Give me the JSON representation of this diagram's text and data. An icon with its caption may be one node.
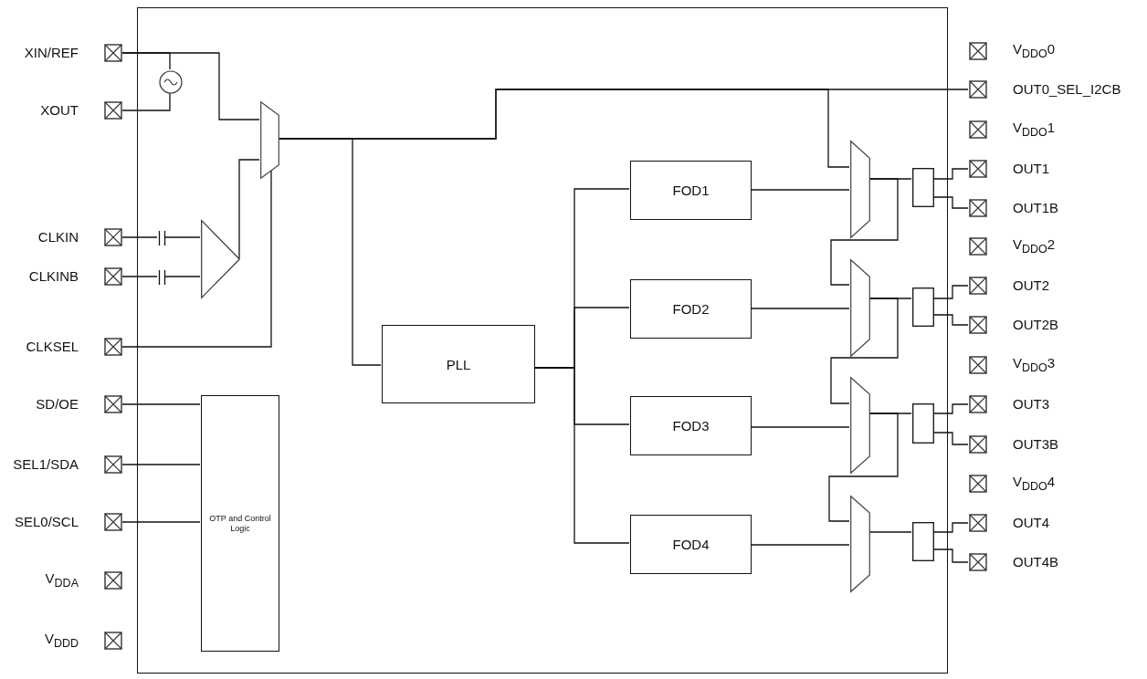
{
  "diagram": {
    "nodes": [
      {
        "text": [],
        "shape": "box"
      },
      {
        "text": [
          "XIN/REF"
        ]
      },
      {
        "text": [
          "XOUT"
        ]
      },
      {
        "text": [
          "CLKIN"
        ]
      },
      {
        "text": [
          "CLKINB"
        ]
      },
      {
        "text": [
          "CLKSEL"
        ]
      },
      {
        "text": [
          "SD/OE"
        ]
      },
      {
        "text": [
          "SEL1/SDA"
        ]
      },
      {
        "text": [
          "SEL0/SCL"
        ]
      },
      {
        "text": [
          "V$_{DDA}$"
        ]
      },
      {
        "text": [
          "V$_{DDD}$"
        ]
      },
      {
        "text": [
          "V$_{DDO}$0"
        ]
      },
      {
        "text": [
          "OUT0_SEL_I2CB"
        ]
      },
      {
        "text": [
          "V$_{DDO}$1"
        ]
      },
      {
        "text": [
          "OUT1"
        ]
      },
      {
        "text": [
          "OUT1B"
        ]
      },
      {
        "text": [
          "V$_{DDO}$2"
        ]
      },
      {
        "text": [
          "OUT2"
        ]
      },
      {
        "text": [
          "OUT2B"
        ]
      },
      {
        "text": [
          "V$_{DDO}$3"
        ]
      },
      {
        "text": [
          "OUT3"
        ]
      },
      {
        "text": [
          "OUT3B"
        ]
      },
      {
        "text": [
          "V$_{DDO}$4"
        ]
      },
      {
        "text": [
          "OUT4"
        ]
      },
      {
        "text": [
          "OUT4B"
        ]
      },
      {
        "text": [],
        "shape": "circle",
        "in": 0
      },
      {
        "text": [],
        "shape": "capacitor",
        "in": 0
      },
      {
        "text": [],
        "shape": "capacitor",
        "in": 0
      },
      {
        "text": [],
        "shape": "triangle",
        "in": 0
      },
      {
        "text": [],
        "shape": "trapezoid",
        "in": 0
      },
      {
        "text": [
          "PLL"
        ],
        "in": 0
      },
      {
        "text": [
          "FOD1"
        ],
        "in": 0
      },
      {
        "text": [
          "FOD2"
        ],
        "in": 0
      },
      {
        "text": [
          "FOD3"
        ],
        "in": 0
      },
      {
        "text": [
          "FOD4"
        ],
        "in": 0
      },
      {
        "text": [],
        "shape": "trapezoid",
        "in": 0
      },
      {
        "text": [],
        "shape": "trapezoid",
        "in": 0
      },
      {
        "text": [],
        "shape": "trapezoid",
        "in": 0
      },
      {
        "text": [],
        "shape": "trapezoid",
        "in": 0
      },
      {
        "text": [],
        "shape": "box",
        "in": 0
      },
      {
        "text": [],
        "shape": "box",
        "in": 0
      },
      {
        "text": [],
        "shape": "box",
        "in": 0
      },
      {
        "text": [],
        "shape": "box",
        "in": 0
      },
      {
        "text": [
          "OTP and Control Logic"
        ],
        "in": 0
      }
    ],
    "edges": [
      {
        "from": 1,
        "to": 29,
        "arrow": "none"
      },
      {
        "from": 1,
        "to": 25,
        "arrow": "none"
      },
      {
        "from": 25,
        "to": 2,
        "arrow": "none"
      },
      {
        "from": 3,
        "to": 26,
        "arrow": "none"
      },
      {
        "from": 26,
        "to": 28,
        "arrow": "none"
      },
      {
        "from": 4,
        "to": 27,
        "arrow": "none"
      },
      {
        "from": 27,
        "to": 28,
        "arrow": "none"
      },
      {
        "from": 28,
        "to": 29,
        "arrow": "none"
      },
      {
        "from": 5,
        "to": 29,
        "arrow": "none"
      },
      {
        "from": 29,
        "to": 12,
        "arrow": "none"
      },
      {
        "from": 29,
        "to": 30,
        "arrow": "none"
      },
      {
        "from": 29,
        "to": 35,
        "arrow": "none"
      },
      {
        "from": 30,
        "to": 31,
        "arrow": "none"
      },
      {
        "from": 30,
        "to": 32,
        "arrow": "none"
      },
      {
        "from": 30,
        "to": 33,
        "arrow": "none"
      },
      {
        "from": 30,
        "to": 34,
        "arrow": "none"
      },
      {
        "from": 31,
        "to": 35,
        "arrow": "none"
      },
      {
        "from": 32,
        "to": 36,
        "arrow": "none"
      },
      {
        "from": 33,
        "to": 37,
        "arrow": "none"
      },
      {
        "from": 34,
        "to": 38,
        "arrow": "none"
      },
      {
        "from": 35,
        "to": 36,
        "arrow": "none"
      },
      {
        "from": 36,
        "to": 37,
        "arrow": "none"
      },
      {
        "from": 37,
        "to": 38,
        "arrow": "none"
      },
      {
        "from": 35,
        "to": 39,
        "arrow": "none"
      },
      {
        "from": 36,
        "to": 40,
        "arrow": "none"
      },
      {
        "from": 37,
        "to": 41,
        "arrow": "none"
      },
      {
        "from": 38,
        "to": 42,
        "arrow": "none"
      },
      {
        "from": 39,
        "to": 14,
        "arrow": "none"
      },
      {
        "from": 39,
        "to": 15,
        "arrow": "none"
      },
      {
        "from": 40,
        "to": 17,
        "arrow": "none"
      },
      {
        "from": 40,
        "to": 18,
        "arrow": "none"
      },
      {
        "from": 41,
        "to": 20,
        "arrow": "none"
      },
      {
        "from": 41,
        "to": 21,
        "arrow": "none"
      },
      {
        "from": 42,
        "to": 23,
        "arrow": "none"
      },
      {
        "from": 42,
        "to": 24,
        "arrow": "none"
      },
      {
        "from": 6,
        "to": 43,
        "arrow": "none"
      },
      {
        "from": 7,
        "to": 43,
        "arrow": "none"
      },
      {
        "from": 8,
        "to": 43,
        "arrow": "none"
      }
    ]
  }
}
